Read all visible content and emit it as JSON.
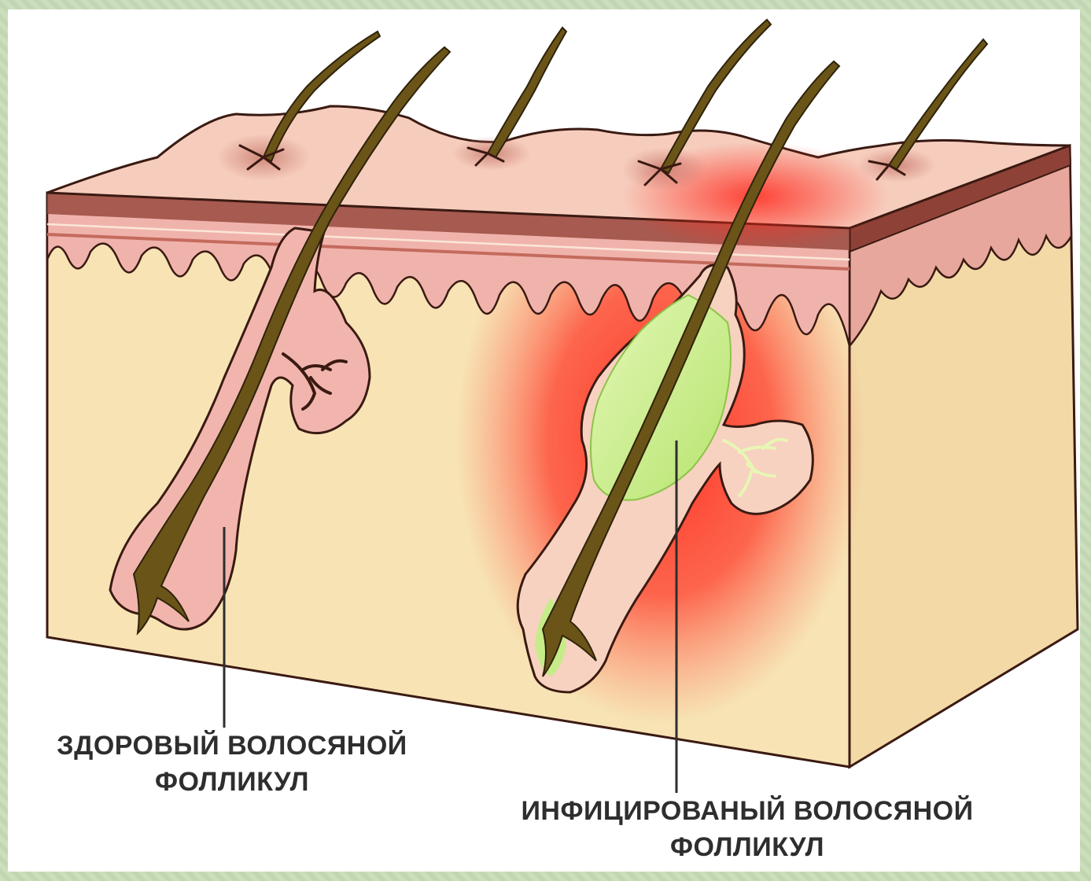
{
  "labels": {
    "healthy": {
      "line1": "ЗДОРОВЫЙ ВОЛОСЯНОЙ",
      "line2": "ФОЛЛИКУЛ"
    },
    "infected": {
      "line1": "ИНФИЦИРОВАНЫЙ ВОЛОСЯНОЙ",
      "line2": "ФОЛЛИКУЛ"
    }
  },
  "colors": {
    "dermis": "#f7e3b4",
    "epidermis_pink": "#f0b3ac",
    "skin_surface": "#f6cdbd",
    "stratum_dark": "#9a4a3f",
    "inflammation": "#ff2020",
    "pus": "#c6ec8a",
    "hair": "#6b5418",
    "outline": "#3a1a12"
  }
}
